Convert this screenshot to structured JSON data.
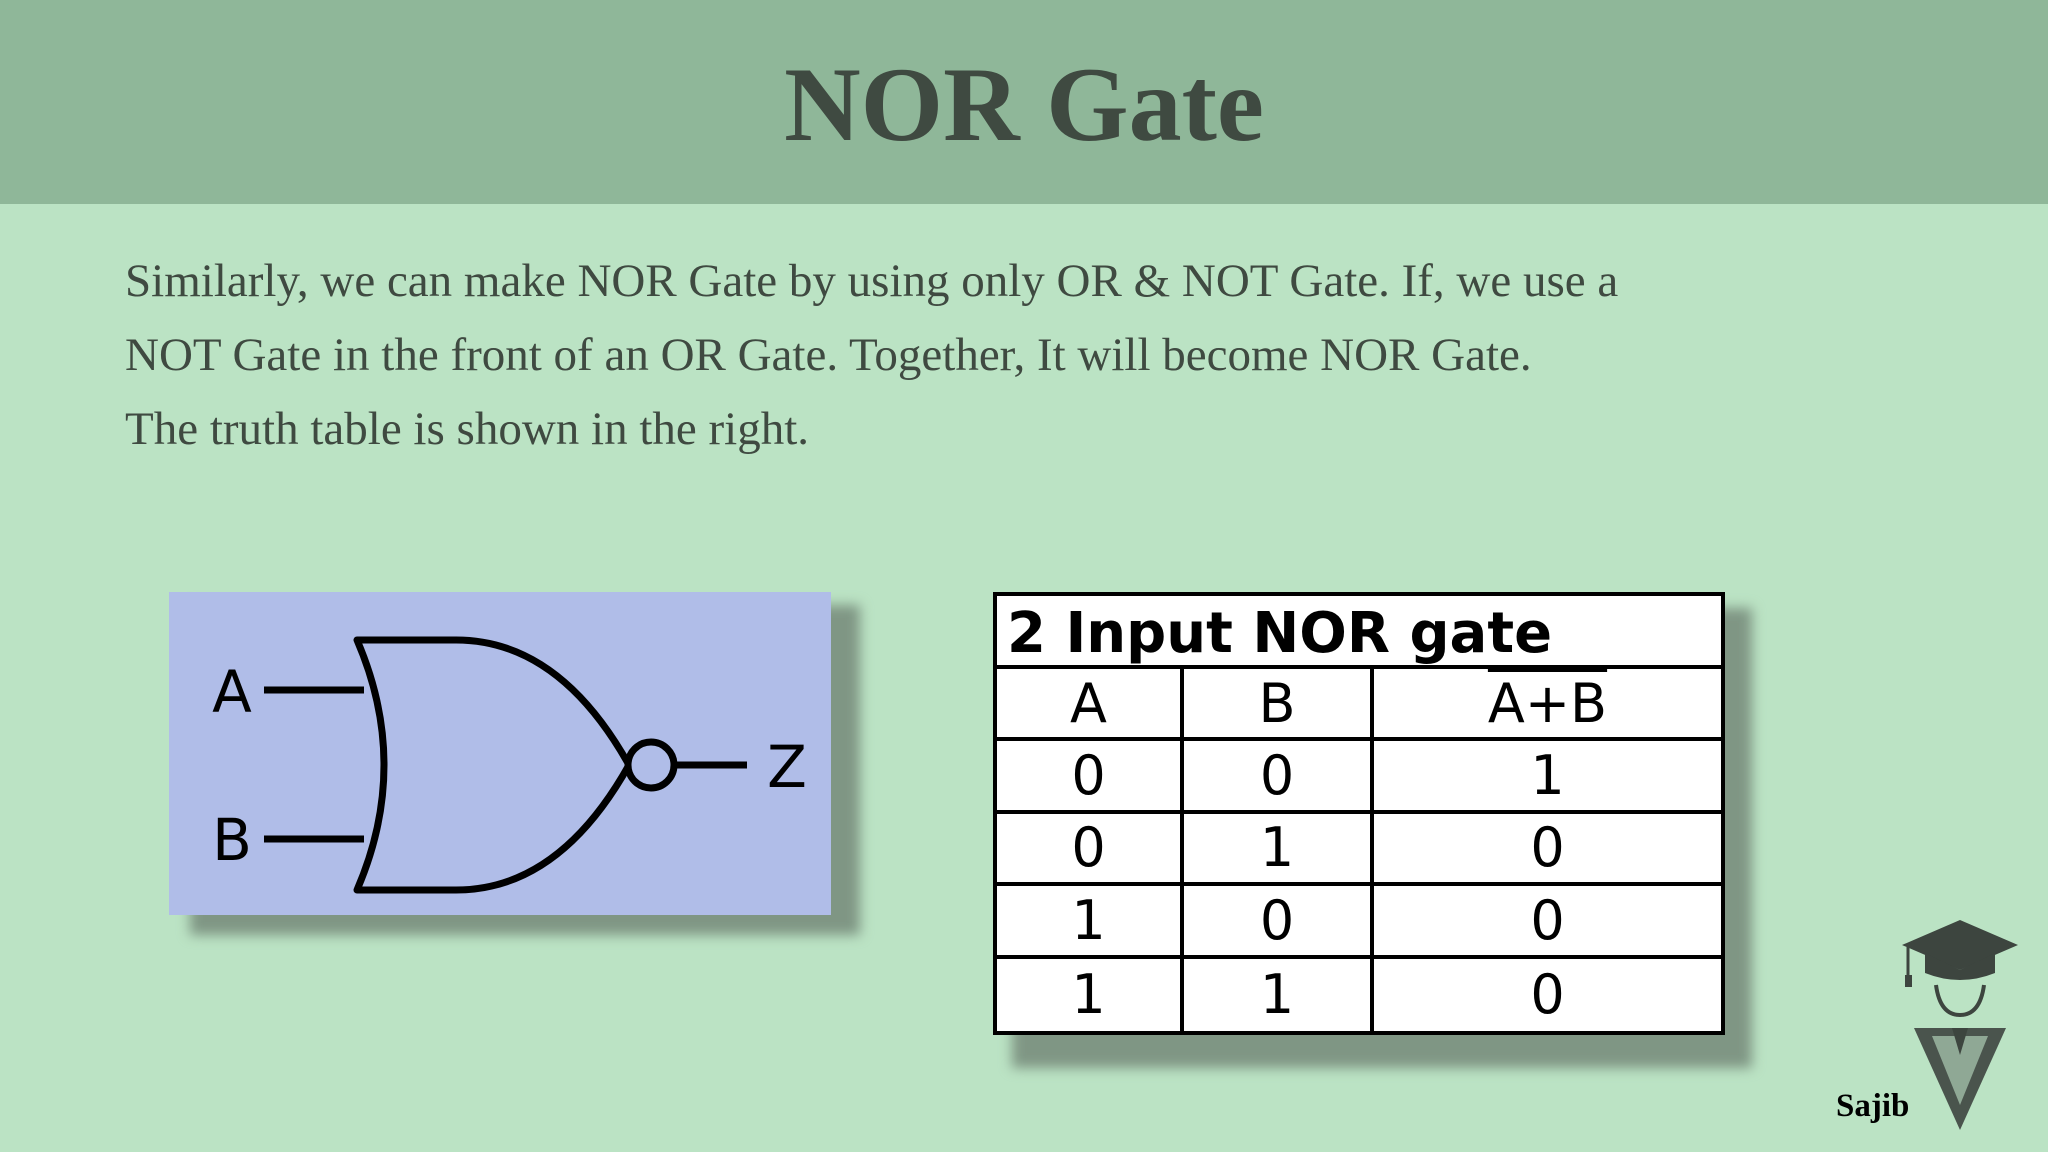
{
  "slide": {
    "title": "NOR Gate",
    "paragraph_lines": [
      "Similarly, we can make NOR Gate by using only OR & NOT Gate. If, we use a",
      "NOT Gate in the front of an OR Gate. Together, It will become NOR Gate.",
      "The truth table is shown in the right."
    ],
    "author": "Sajib"
  },
  "gate_diagram": {
    "input_a": "A",
    "input_b": "B",
    "output": "Z"
  },
  "truth_table": {
    "caption": "2 Input NOR gate",
    "headers": [
      "A",
      "B",
      "A+B"
    ],
    "rows": [
      [
        "0",
        "0",
        "1"
      ],
      [
        "0",
        "1",
        "0"
      ],
      [
        "1",
        "0",
        "0"
      ],
      [
        "1",
        "1",
        "0"
      ]
    ]
  },
  "colors": {
    "background": "#bbe3c4",
    "header_band": "#8fb799",
    "title_text": "#3f4a41",
    "gate_panel": "#b0bde8"
  }
}
